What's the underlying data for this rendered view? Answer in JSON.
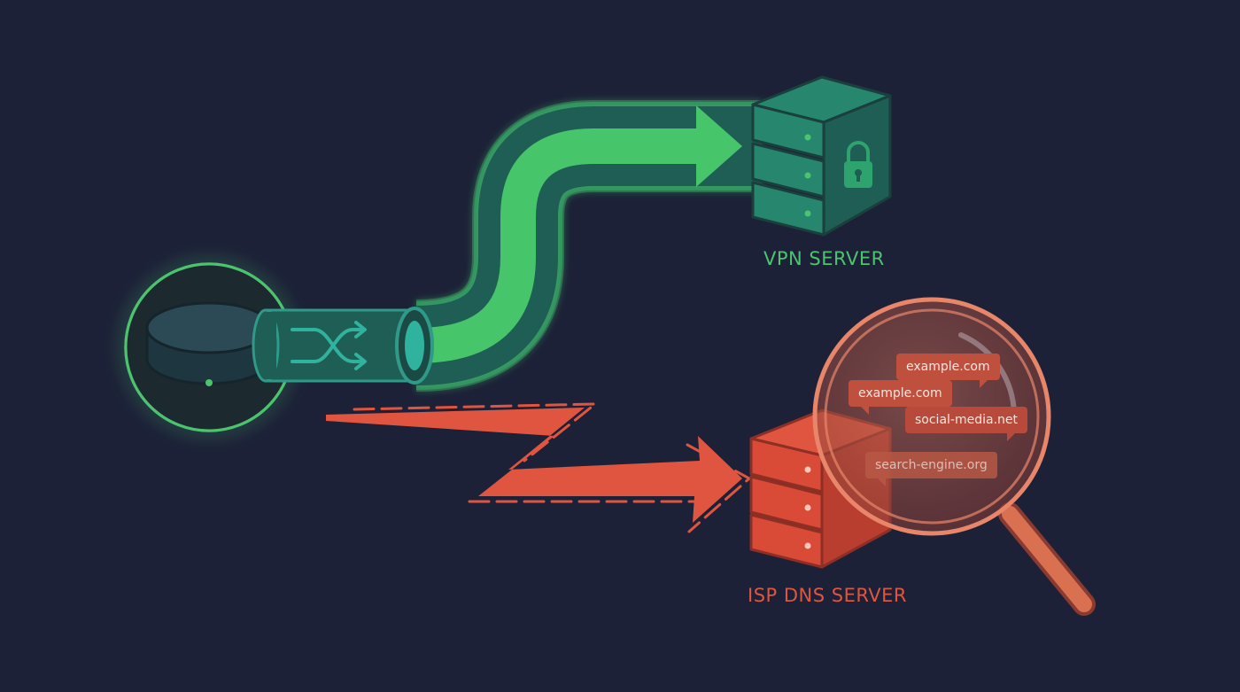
{
  "vpn_server": {
    "label": "VPN SERVER"
  },
  "isp_server": {
    "label": "ISP DNS SERVER"
  },
  "dns_queries": [
    {
      "text": "example.com"
    },
    {
      "text": "example.com"
    },
    {
      "text": "social-media.net"
    },
    {
      "text": "search-engine.org"
    }
  ],
  "colors": {
    "background": "#1c2137",
    "secure": "#4cc46d",
    "secure_dark": "#1f5e55",
    "teal": "#2f9a8a",
    "danger": "#e0553f",
    "magnifier": "#e8866a"
  },
  "icons": [
    "router-device-icon",
    "shuffle-arrows-icon",
    "lock-icon",
    "server-stack-icon",
    "magnifying-glass-icon",
    "zigzag-arrow-icon"
  ]
}
